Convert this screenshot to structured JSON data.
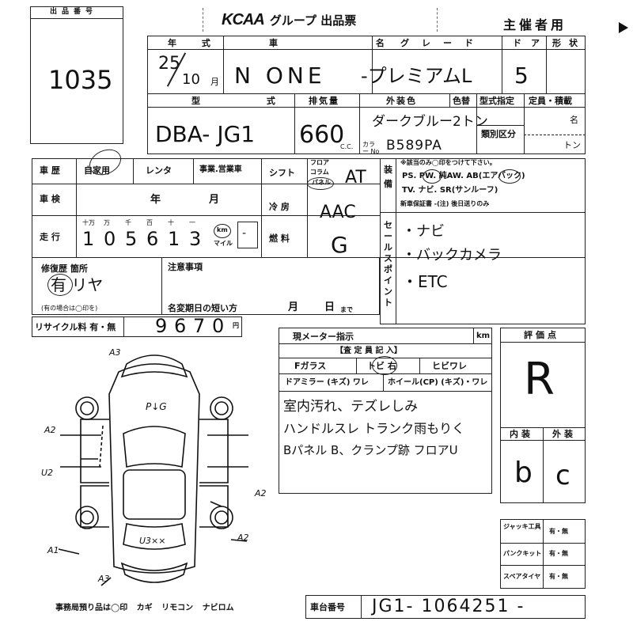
{
  "lot": {
    "label": "出品番号",
    "number": "1035"
  },
  "header": {
    "logo": "KCAA",
    "title": "グループ 出品票",
    "organizer": "主催者用"
  },
  "vehicle": {
    "labels": {
      "year_type": "年 式",
      "model_name": "車 名",
      "grade": "グレード",
      "doors": "ドア",
      "body_shape": "形状"
    },
    "year": "25",
    "month": "10",
    "month_unit": "月",
    "name": "N ONE",
    "grade": "-プレミアムL",
    "doors": "5"
  },
  "specs": {
    "labels": {
      "model": "型 式",
      "displacement": "排気量",
      "exterior_color": "外装色",
      "color_change": "色替",
      "model_designation": "型式指定",
      "capacity": "定員・積載",
      "class": "類別区分",
      "persons": "名",
      "tons": "トン",
      "cc": "C.C.",
      "color_no": "カラー No"
    },
    "model": "DBA- JG1",
    "displacement": "660",
    "exterior_color": "ダークブルー2トン",
    "color_no": "B589PA"
  },
  "history": {
    "label_history": "車 歴",
    "options": [
      "自家用",
      "レンタ",
      "事業.営業車"
    ],
    "selected": "自家用",
    "label_inspection": "車 検",
    "inspection_year": "年",
    "inspection_month": "月",
    "label_mileage": "走 行",
    "mileage_units": [
      "十万",
      "万",
      "千",
      "百",
      "十",
      "一"
    ],
    "mileage_digits": [
      "1",
      "0",
      "5",
      "6",
      "1",
      "3"
    ],
    "mileage_km": "km",
    "mileage_mile": "マイル",
    "mileage_dash": "-"
  },
  "drivetrain": {
    "label_shift": "シフト",
    "shift_options": [
      "フロア",
      "コラム",
      "パネル"
    ],
    "shift_selected": "パネル",
    "shift_value": "AT",
    "label_ac": "冷 房",
    "ac_value": "AAC",
    "label_fuel": "燃 料",
    "fuel_value": "G"
  },
  "equipment": {
    "label": "装備",
    "note": "※該当のみ◯印をつけて下さい。",
    "line1": "PS. PW. 純AW. AB(エアバック)",
    "line2": "TV. ナビ. SR(サンルーフ)",
    "line3": "新車保証書 -(注) 後日送りのみ"
  },
  "sales_points": {
    "label": "セールスポイント",
    "items": [
      "・ナビ",
      "・バックカメラ",
      "・ETC"
    ]
  },
  "repair": {
    "label": "修復歴 箇所",
    "value": "有 リヤ",
    "note": "(有の場合は◯印を)"
  },
  "notes": {
    "label": "注意事項",
    "name_change_label": "名変期日の短い方",
    "month": "月",
    "day": "日",
    "until": "まで"
  },
  "recycle": {
    "label": "リサイクル料 有・無",
    "amount": "9670",
    "unit": "円"
  },
  "meter": {
    "label": "現メーター指示",
    "unit": "km"
  },
  "inspector": {
    "header": "【査 定 員 記 入】",
    "glass_label": "Fガラス",
    "glass_options": "トビ 右",
    "glass_crack": "ヒビワレ",
    "mirror_label": "ドアミラー (キズ) ワレ",
    "wheel_label": "ホイール(CP) (キズ)・ワレ",
    "comments": [
      "室内汚れ、テズレしみ",
      "ハンドルスレ トランク雨もりく",
      "Bパネル B、クランプ跡 フロアU"
    ]
  },
  "rating": {
    "label": "評価点",
    "value": "R",
    "interior_label": "内装",
    "exterior_label": "外装",
    "interior": "b",
    "exterior": "c"
  },
  "tools": [
    {
      "label": "ジャッキ工具",
      "options": "有・無"
    },
    {
      "label": "パンクキット",
      "options": "有・無"
    },
    {
      "label": "スペアタイヤ",
      "options": "有・無"
    }
  ],
  "chassis": {
    "label": "車台番号",
    "value": "JG1- 1064251 -"
  },
  "office": {
    "text": "事務局預り品は◯印 カギ リモコン ナビロム"
  },
  "diagram_marks": {
    "a3_top": "A3",
    "pg": "P↓G",
    "a2_left": "A2",
    "u2": "U2",
    "a1": "A1",
    "a2_right1": "A2",
    "a2_right2": "A2",
    "u3": "U3××",
    "a3_bottom": "A3"
  }
}
